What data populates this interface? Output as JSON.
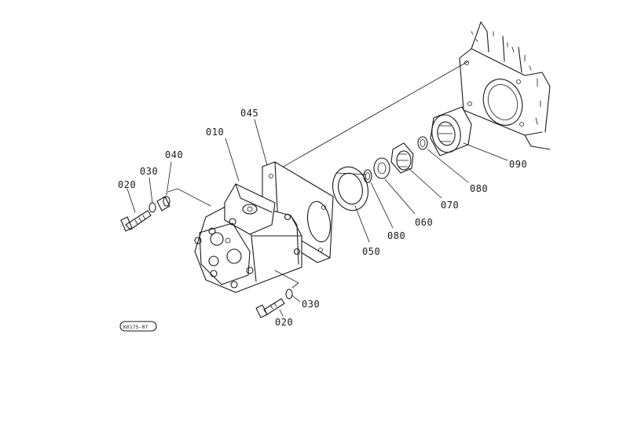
{
  "diagram": {
    "callouts": {
      "c010": "010",
      "c020a": "020",
      "c030a": "030",
      "c040": "040",
      "c045": "045",
      "c050": "050",
      "c080a": "080",
      "c060": "060",
      "c070": "070",
      "c080b": "080",
      "c090": "090",
      "c030b": "030",
      "c020b": "020"
    },
    "reference_tag": "K0175-07"
  }
}
